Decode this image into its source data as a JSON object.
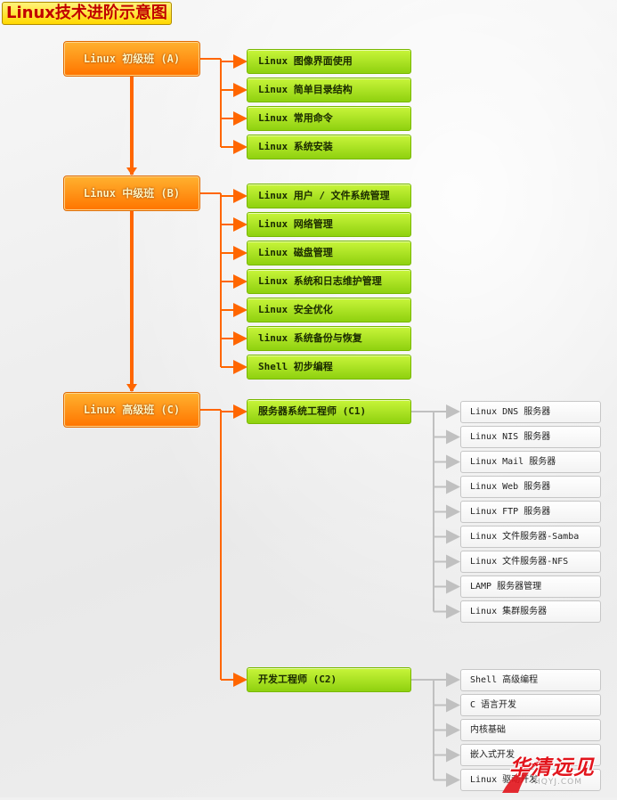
{
  "title": "Linux技术进阶示意图",
  "colors": {
    "connector_orange": "#ff6600",
    "connector_grey": "#c0c0c0",
    "orange_box": "#ff8c00",
    "green_box": "#a6e022",
    "title_text": "#c10000",
    "watermark": "#e2141c"
  },
  "levels": [
    {
      "label": "Linux 初级班 (A)",
      "items": [
        "Linux 图像界面使用",
        "Linux 简单目录结构",
        "Linux 常用命令",
        "Linux 系统安装"
      ]
    },
    {
      "label": "Linux 中级班 (B)",
      "items": [
        "Linux 用户 / 文件系统管理",
        "Linux 网络管理",
        "Linux 磁盘管理",
        "Linux 系统和日志维护管理",
        "Linux 安全优化",
        "linux 系统备份与恢复",
        "Shell 初步编程"
      ]
    },
    {
      "label": "Linux 高级班 (C)",
      "tracks": [
        {
          "label": "服务器系统工程师 (C1)",
          "items": [
            "Linux DNS 服务器",
            "Linux NIS 服务器",
            "Linux Mail 服务器",
            "Linux Web 服务器",
            "Linux FTP 服务器",
            "Linux 文件服务器-Samba",
            "Linux 文件服务器-NFS",
            "LAMP 服务器管理",
            "Linux 集群服务器"
          ]
        },
        {
          "label": "开发工程师 (C2)",
          "items": [
            "Shell 高级编程",
            "C 语言开发",
            "内核基础",
            "嵌入式开发",
            "Linux 驱动开发"
          ]
        }
      ]
    }
  ],
  "watermark": {
    "text": "华清远见",
    "sub": "HQYJ.COM"
  }
}
